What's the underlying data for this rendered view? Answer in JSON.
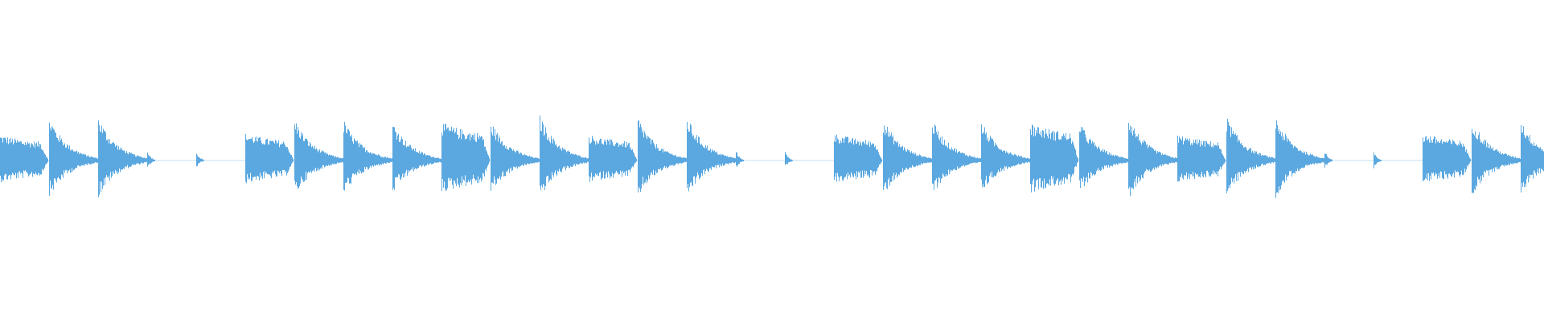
{
  "waveform": {
    "color": "#5ba8e0",
    "background": "#ffffff",
    "bars": 4,
    "bar_pattern": [
      {
        "kind": "sustain",
        "level": 0.38
      },
      {
        "kind": "hit",
        "level": 0.52
      },
      {
        "kind": "hit",
        "level": 0.52
      },
      {
        "kind": "tick",
        "level": 0.14
      },
      {
        "kind": "tick",
        "level": 0.12
      },
      {
        "kind": "sustain",
        "level": 0.4
      },
      {
        "kind": "hit",
        "level": 0.5
      },
      {
        "kind": "hit",
        "level": 0.48
      },
      {
        "kind": "hit",
        "level": 0.46
      },
      {
        "kind": "sustain",
        "level": 0.56
      },
      {
        "kind": "hit",
        "level": 0.46
      },
      {
        "kind": "hit",
        "level": 0.54
      }
    ]
  }
}
